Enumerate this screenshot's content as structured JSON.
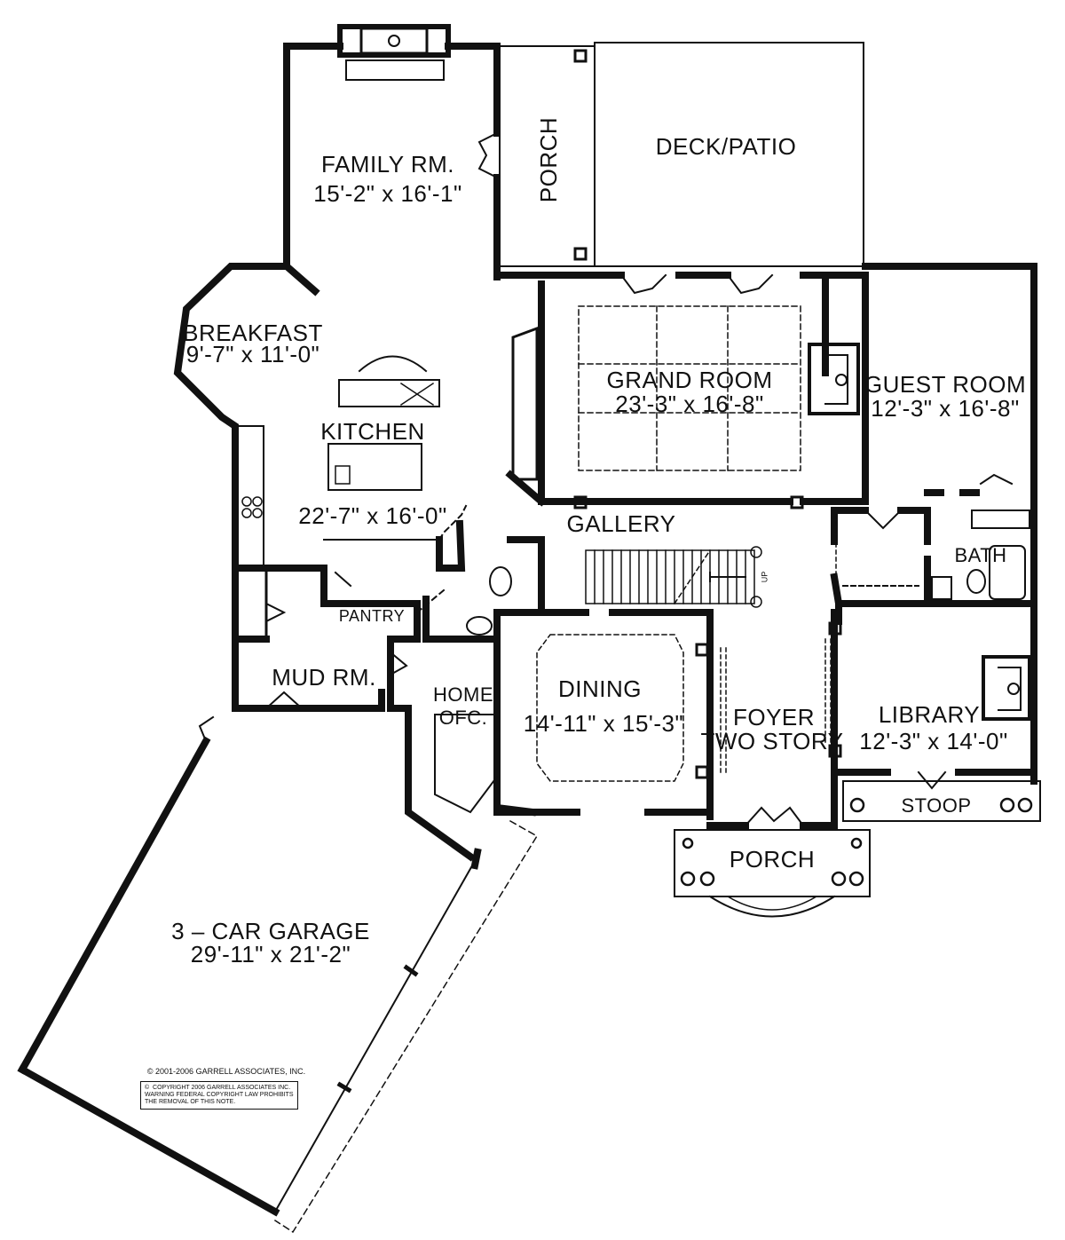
{
  "rooms": {
    "family": {
      "name": "FAMILY RM.",
      "dims": "15'-2\" x 16'-1\""
    },
    "porch_rear": {
      "name": "PORCH"
    },
    "deck": {
      "name": "DECK/PATIO"
    },
    "breakfast": {
      "name": "BREAKFAST",
      "dims": "9'-7\" x 11'-0\""
    },
    "kitchen": {
      "name": "KITCHEN",
      "dims": "22'-7\" x 16'-0\""
    },
    "grand": {
      "name": "GRAND ROOM",
      "dims": "23'-3\" x 16'-8\""
    },
    "guest": {
      "name": "GUEST ROOM",
      "dims": "12'-3\" x 16'-8\""
    },
    "gallery": {
      "name": "GALLERY"
    },
    "bath": {
      "name": "BATH"
    },
    "stair_up": {
      "name": "UP"
    },
    "pantry": {
      "name": "PANTRY"
    },
    "mud": {
      "name": "MUD RM."
    },
    "office": {
      "name": "HOME",
      "name2": "OFC."
    },
    "dining": {
      "name": "DINING",
      "dims": "14'-11\" x 15'-3\""
    },
    "foyer": {
      "name": "FOYER",
      "name2": "TWO STORY"
    },
    "library": {
      "name": "LIBRARY",
      "dims": "12'-3\" x 14'-0\""
    },
    "stoop": {
      "name": "STOOP"
    },
    "porch_front": {
      "name": "PORCH"
    },
    "garage": {
      "name": "3 – CAR GARAGE",
      "dims": "29'-11\" x 21'-2\""
    }
  },
  "copyright": {
    "line": "© 2001-2006 GARRELL ASSOCIATES, INC.",
    "notice": "©  COPYRIGHT 2006 GARRELL ASSOCIATES INC.\nWARNING FEDERAL COPYRIGHT LAW PROHIBITS\nTHE REMOVAL OF THIS NOTE."
  }
}
